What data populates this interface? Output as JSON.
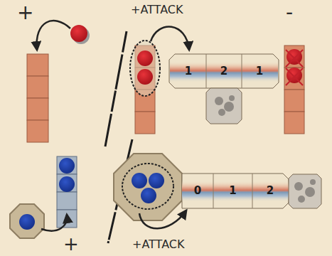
{
  "diagram": {
    "nodes": [
      {
        "text": [
          "1"
        ]
      },
      {
        "text": [
          "2"
        ]
      },
      {
        "text": [
          "1"
        ]
      },
      {
        "text": [
          "0"
        ]
      },
      {
        "text": [
          "1"
        ]
      },
      {
        "text": [
          "2"
        ]
      }
    ],
    "labels": [
      "+",
      "+ATTACK",
      "-",
      "+",
      "+ATTACK"
    ]
  }
}
